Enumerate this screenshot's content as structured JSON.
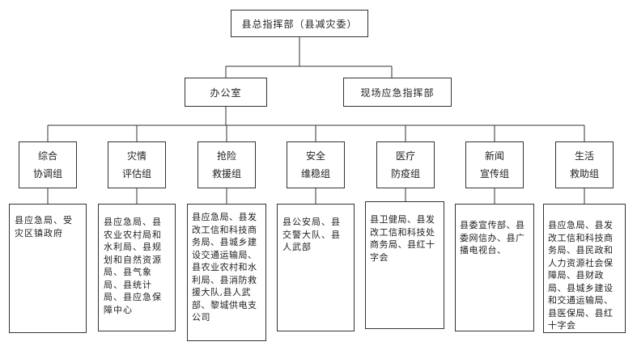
{
  "top": "县总指挥部（县减灾委）",
  "level2": [
    "办公室",
    "现场应急指挥部"
  ],
  "groups": [
    {
      "l1": "综合",
      "l2": "协调组",
      "members": "县应急局、受灾区镇政府"
    },
    {
      "l1": "灾情",
      "l2": "评估组",
      "members": "县应急局、县农业农村局和水利局、县规划和自然资源局、县气象局、县统计局、县应急保障中心"
    },
    {
      "l1": "抢险",
      "l2": "救援组",
      "members": "县应急局、县发改工信和科技商务局、县城乡建设交通运输局、县农业农村和水利局、县消防救援大队,县人武部、黎城供电支公司"
    },
    {
      "l1": "安全",
      "l2": "维稳组",
      "members": "县公安局、县交警大队、县人武部"
    },
    {
      "l1": "医疗",
      "l2": "防疫组",
      "members": "县卫健局、县发改工信和科技处商务局、县红十字会"
    },
    {
      "l1": "新闻",
      "l2": "宣传组",
      "members": "县委宣传部、县委网信办、县广播电视台、"
    },
    {
      "l1": "生活",
      "l2": "救助组",
      "members": "县应急局、县发改工信和科技商务局、县民政和人力资源社会保障局、县财政局、县城乡建设和交通运输局、县医保局、县红十字会"
    }
  ]
}
